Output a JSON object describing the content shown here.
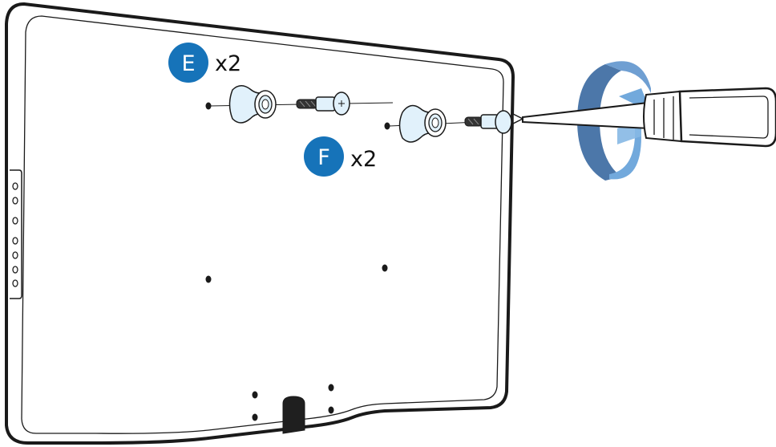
{
  "callouts": {
    "e": {
      "letter": "E",
      "quantity": "x2"
    },
    "f": {
      "letter": "F",
      "quantity": "x2"
    }
  },
  "colors": {
    "badge": "#1673b9",
    "part_fill": "#e1f1fb",
    "rotation_arrow_light": "#72a9dc",
    "rotation_arrow_dark": "#4c77a9",
    "outline": "#1a1a1a"
  },
  "icons": {
    "tool": "screwdriver-icon",
    "rotation": "rotate-arrow-icon"
  }
}
